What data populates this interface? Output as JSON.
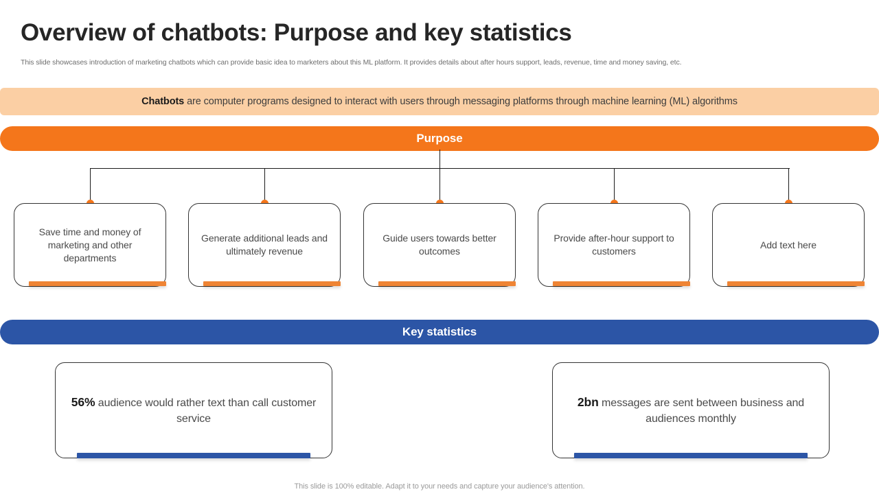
{
  "header": {
    "title": "Overview of chatbots: Purpose and key statistics",
    "subtitle": "This slide showcases introduction of  marketing chatbots which can provide basic idea to marketers about this ML platform. It provides details about after hours support, leads, revenue, time and money saving, etc."
  },
  "definition": {
    "lead": "Chatbots",
    "rest": " are computer programs designed to interact with users through  messaging platforms through  machine learning  (ML) algorithms"
  },
  "purpose": {
    "banner_label": "Purpose",
    "cards": [
      {
        "text": "Save time and money  of marketing and other departments"
      },
      {
        "text": "Generate  additional leads and ultimately  revenue"
      },
      {
        "text": "Guide users towards better outcomes"
      },
      {
        "text": "Provide after-hour  support to customers"
      },
      {
        "text": "Add text here"
      }
    ]
  },
  "key_statistics": {
    "banner_label": "Key statistics",
    "cards": [
      {
        "figure": "56%",
        "text": " audience would rather text than call customer service"
      },
      {
        "figure": "2bn",
        "text": " messages are sent between business and audiences monthly"
      }
    ]
  },
  "footer": {
    "note": "This slide is 100% editable. Adapt it to your needs and capture your audience's attention."
  },
  "colors": {
    "orange_banner": "#f4761b",
    "orange_accent": "#ef8434",
    "peach_banner": "#fbcfa4",
    "blue_banner": "#2c55a6",
    "title_text": "#262626",
    "body_text": "#4a4a4a"
  }
}
